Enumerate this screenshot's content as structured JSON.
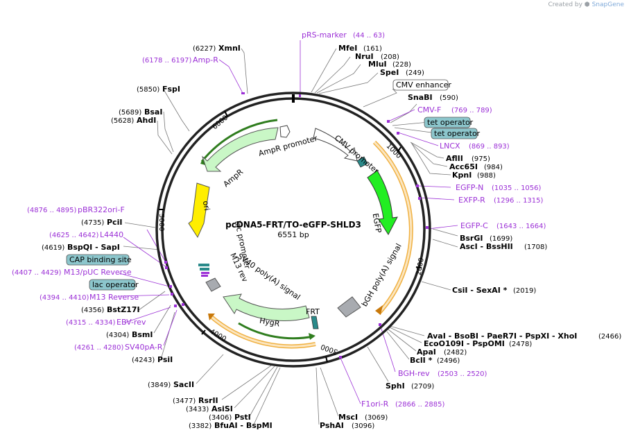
{
  "credit": {
    "prefix": "Created by",
    "brand": "SnapGene"
  },
  "plasmid": {
    "name": "pcDNA5-FRT/TO-eGFP-SHLD3",
    "size": "6551 bp"
  },
  "ticks": [
    "1000",
    "2000",
    "3000",
    "4000",
    "5000",
    "6000"
  ],
  "features": [
    {
      "name": "AmpR promoter"
    },
    {
      "name": "AmpR"
    },
    {
      "name": "CMV promoter"
    },
    {
      "name": "EGFP"
    },
    {
      "name": "bGH poly(A) signal"
    },
    {
      "name": "FRT"
    },
    {
      "name": "HygR"
    },
    {
      "name": "SV40 poly(A) signal"
    },
    {
      "name": "M13 rev"
    },
    {
      "name": "lac promoter"
    },
    {
      "name": "ori"
    }
  ],
  "boxes": [
    {
      "name": "CMV enhancer",
      "color": "#ffffff"
    },
    {
      "name": "tet operator",
      "color": "#8cc6cc"
    },
    {
      "name": "tet operator",
      "color": "#8cc6cc"
    },
    {
      "name": "CAP binding site",
      "color": "#8cc6cc"
    },
    {
      "name": "lac operator",
      "color": "#8cc6cc"
    }
  ],
  "primers": [
    {
      "name": "pRS-marker",
      "range": "(44 .. 63)"
    },
    {
      "name": "Amp-R",
      "range": "(6178 .. 6197)"
    },
    {
      "name": "CMV-F",
      "range": "(769 .. 789)"
    },
    {
      "name": "LNCX",
      "range": "(869 .. 893)"
    },
    {
      "name": "EGFP-N",
      "range": "(1035 .. 1056)"
    },
    {
      "name": "EXFP-R",
      "range": "(1296 .. 1315)"
    },
    {
      "name": "EGFP-C",
      "range": "(1643 .. 1664)"
    },
    {
      "name": "BGH-rev",
      "range": "(2503 .. 2520)"
    },
    {
      "name": "F1ori-R",
      "range": "(2866 .. 2885)"
    },
    {
      "name": "pBR322ori-F",
      "range": "(4876 .. 4895)"
    },
    {
      "name": "L4440",
      "range": "(4625 .. 4642)"
    },
    {
      "name": "M13/pUC Reverse",
      "range": "(4407 .. 4429)"
    },
    {
      "name": "M13 Reverse",
      "range": "(4394 .. 4410)"
    },
    {
      "name": "EBV-rev",
      "range": "(4315 .. 4334)"
    },
    {
      "name": "SV40pA-R",
      "range": "(4261 .. 4280)"
    }
  ],
  "enzymes": [
    {
      "name": "XmnI",
      "pos": "(6227)"
    },
    {
      "name": "MfeI",
      "pos": "(161)"
    },
    {
      "name": "NruI",
      "pos": "(208)"
    },
    {
      "name": "MluI",
      "pos": "(228)"
    },
    {
      "name": "SpeI",
      "pos": "(249)"
    },
    {
      "name": "SnaBI",
      "pos": "(590)"
    },
    {
      "name": "AflII",
      "pos": "(975)"
    },
    {
      "name": "Acc65I",
      "pos": "(984)"
    },
    {
      "name": "KpnI",
      "pos": "(988)"
    },
    {
      "name": "BsrGI",
      "pos": "(1699)"
    },
    {
      "name": "AscI  -  BssHII",
      "pos": "(1708)"
    },
    {
      "name": "CsiI  -  SexAI *",
      "pos": "(2019)"
    },
    {
      "name": "AvaI  -  BsoBI  -  PaeR7I  -  PspXI  -  XhoI",
      "pos": "(2466)"
    },
    {
      "name": "EcoO109I  -  PspOMI",
      "pos": "(2478)"
    },
    {
      "name": "ApaI",
      "pos": "(2482)"
    },
    {
      "name": "BclI *",
      "pos": "(2496)"
    },
    {
      "name": "SphI",
      "pos": "(2709)"
    },
    {
      "name": "MscI",
      "pos": "(3069)"
    },
    {
      "name": "PshAI",
      "pos": "(3096)"
    },
    {
      "name": "FspI",
      "pos": "(5850)"
    },
    {
      "name": "BsaI",
      "pos": "(5689)"
    },
    {
      "name": "AhdI",
      "pos": "(5628)"
    },
    {
      "name": "PciI",
      "pos": "(4735)"
    },
    {
      "name": "BspQI  -  SapI",
      "pos": "(4619)"
    },
    {
      "name": "BstZ17I",
      "pos": "(4356)"
    },
    {
      "name": "BsmI",
      "pos": "(4304)"
    },
    {
      "name": "PsiI",
      "pos": "(4243)"
    },
    {
      "name": "SacII",
      "pos": "(3849)"
    },
    {
      "name": "RsrII",
      "pos": "(3477)"
    },
    {
      "name": "AsiSI",
      "pos": "(3433)"
    },
    {
      "name": "PstI",
      "pos": "(3406)"
    },
    {
      "name": "BfuAI  -  BspMI",
      "pos": "(3382)"
    }
  ]
}
